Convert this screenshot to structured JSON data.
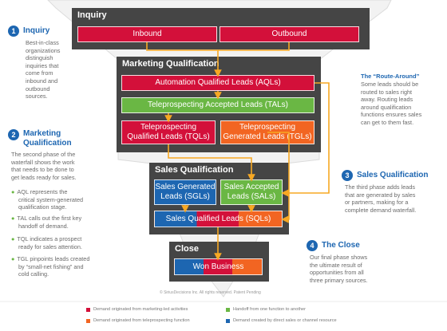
{
  "stages": {
    "inquiry": {
      "title": "Inquiry",
      "inbound": "Inbound",
      "outbound": "Outbound"
    },
    "marketing": {
      "title": "Marketing Qualification",
      "aql": "Automation Qualified Leads (AQLs)",
      "tal": "Teleprospecting Accepted Leads (TALs)",
      "tql": [
        "Teleprospecting",
        "Qualified Leads (TQLs)"
      ],
      "tgl": [
        "Teleprospecting",
        "Generated Leads (TGLs)"
      ]
    },
    "sales": {
      "title": "Sales Qualification",
      "sgl": [
        "Sales Generated",
        "Leads (SGLs)"
      ],
      "sal": [
        "Sales Accepted",
        "Leads (SALs)"
      ],
      "sql": "Sales Qualified Leads (SQLs)"
    },
    "close": {
      "title": "Close",
      "won": "Won Business"
    }
  },
  "steps": [
    {
      "num": "1",
      "title": "Inquiry",
      "desc": [
        "Best-in-class",
        "organizations",
        "distinguish",
        "inquiries that",
        "come from",
        "inbound and",
        "outbound",
        "sources."
      ]
    },
    {
      "num": "2",
      "title": [
        "Marketing",
        "Qualification"
      ],
      "desc": [
        "The second phase of the",
        "waterfall shows the work",
        "that needs to be done to",
        "get leads ready for sales."
      ],
      "bullets": [
        [
          "AQL represents the",
          "critical system-generated",
          "qualification stage."
        ],
        [
          "TAL calls out the first key",
          "handoff of demand."
        ],
        [
          "TQL indicates a prospect",
          "ready for sales attention."
        ],
        [
          "TGL pinpoints leads created",
          "by “small-net fishing” and",
          "cold calling."
        ]
      ]
    },
    {
      "num": "3",
      "title": "Sales Qualification",
      "desc": [
        "The third phase adds leads",
        "that are generated by sales",
        "or partners, making for a",
        "complete demand waterfall."
      ]
    },
    {
      "num": "4",
      "title": "The Close",
      "desc": [
        "Our final phase shows",
        "the ultimate result of",
        "opportunities from all",
        "three primary sources."
      ]
    }
  ],
  "route_around": {
    "title": "The “Route-Around”",
    "desc": [
      "Some leads should be",
      "routed to sales right",
      "away. Routing leads",
      "around qualification",
      "functions ensures sales",
      "can get to them fast."
    ]
  },
  "copyright": "© SiriusDecisions Inc. All rights reserved. Patent Pending",
  "legend": [
    {
      "color": "#d3103a",
      "label": "Demand originated from marketing-led activities"
    },
    {
      "color": "#6ab744",
      "label": "Handoff from one function to another"
    },
    {
      "color": "#f26522",
      "label": "Demand originated from teleprospecting function"
    },
    {
      "color": "#1d66b1",
      "label": "Demand created by direct sales or channel resource"
    }
  ],
  "colors": {
    "marketing": "#d3103a",
    "handoff": "#6ab744",
    "teleprospecting": "#f26522",
    "sales": "#1d66b1",
    "stage_bg": "#454545",
    "arrow": "#f7a823"
  }
}
